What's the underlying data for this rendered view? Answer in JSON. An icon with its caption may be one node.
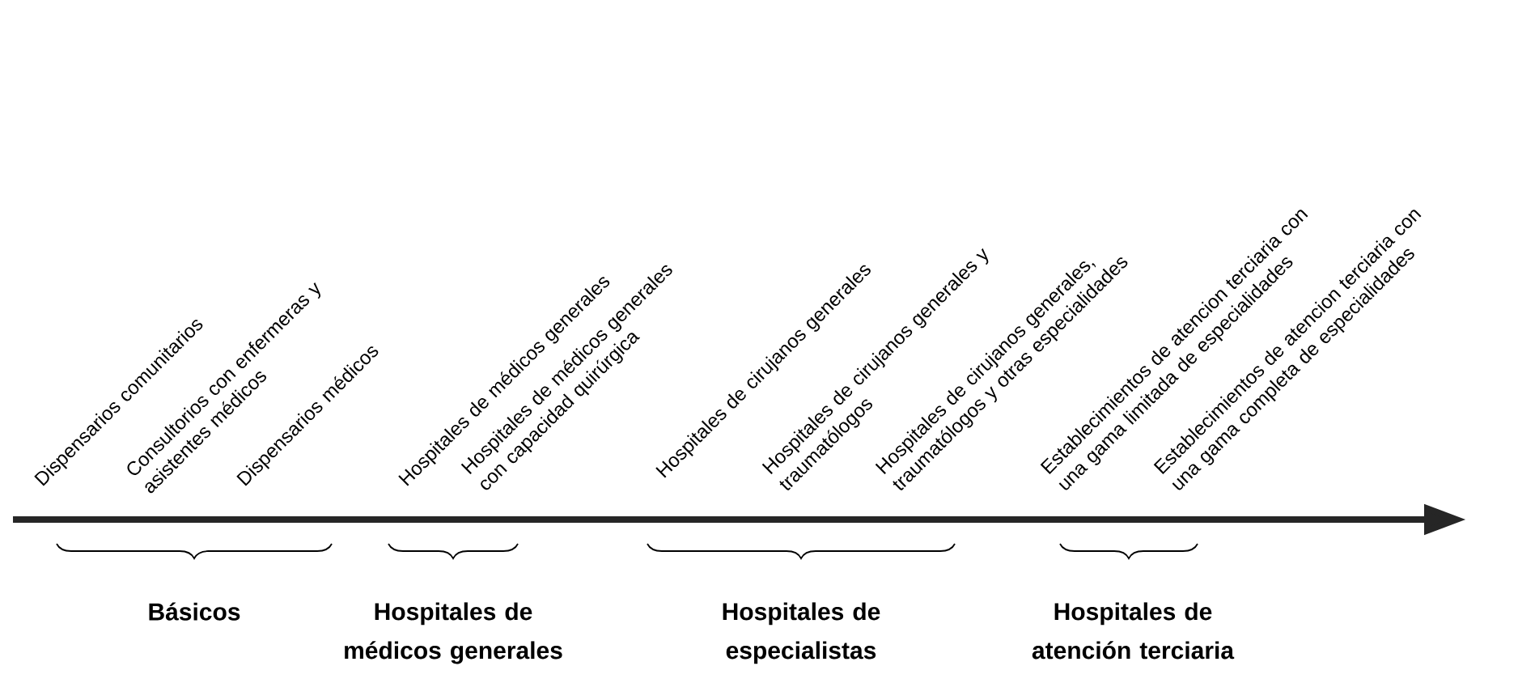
{
  "diagram": {
    "labels": [
      "Dispensarios comunitarios",
      "Consultorios con enfermeras y asistentes médicos",
      "Dispensarios médicos",
      "Hospitales de médicos generales",
      "Hospitales de médicos generales con capacidad quirúrgica",
      "Hospitales de cirujanos generales",
      "Hospitales de cirujanos generales y traumatólogos",
      "Hospitales de cirujanos generales, traumatólogos y otras especialidades",
      "Establecimientos de atencion terciaria con una gama limitada de especialidades",
      "Establecimientos de atencion terciaria con una gama completa de especialidades",
      "Básicos",
      "Hospitales de médicos generales",
      "Hospitales de especialistas",
      "Hospitales de atención terciaria"
    ]
  }
}
